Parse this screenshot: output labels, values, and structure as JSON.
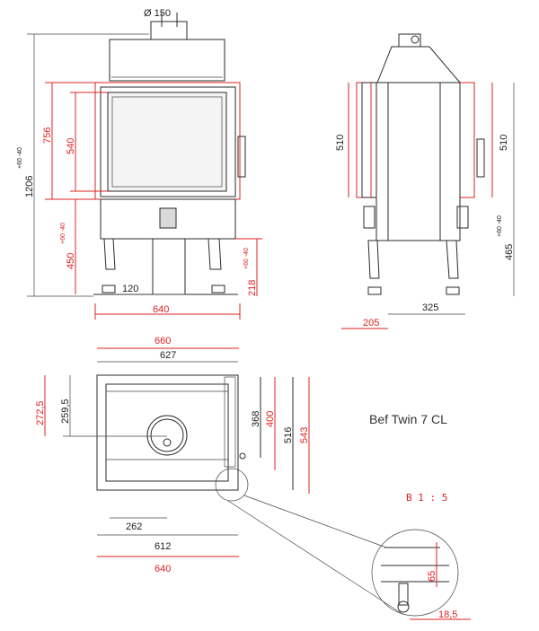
{
  "title": "Bef Twin 7 CL",
  "scale": "B 1 : 5",
  "front": {
    "flue": "Ø 150",
    "height_total": "1206",
    "tol": "+60 -40",
    "door_h": "756",
    "glass_h": "540",
    "base_h": "450",
    "offset": "120",
    "leg_h": "218",
    "width": "640"
  },
  "side": {
    "door_left": "510",
    "door_right": "510",
    "base_h": "465",
    "depth": "325",
    "offset": "205"
  },
  "plan": {
    "w660": "660",
    "w627": "627",
    "d2725": "272,5",
    "d2595": "259,5",
    "d368": "368",
    "d400": "400",
    "d516": "516",
    "d543": "543",
    "w262": "262",
    "w612": "612",
    "w640": "640"
  },
  "detail": {
    "h65": "65",
    "w185": "18,5"
  }
}
